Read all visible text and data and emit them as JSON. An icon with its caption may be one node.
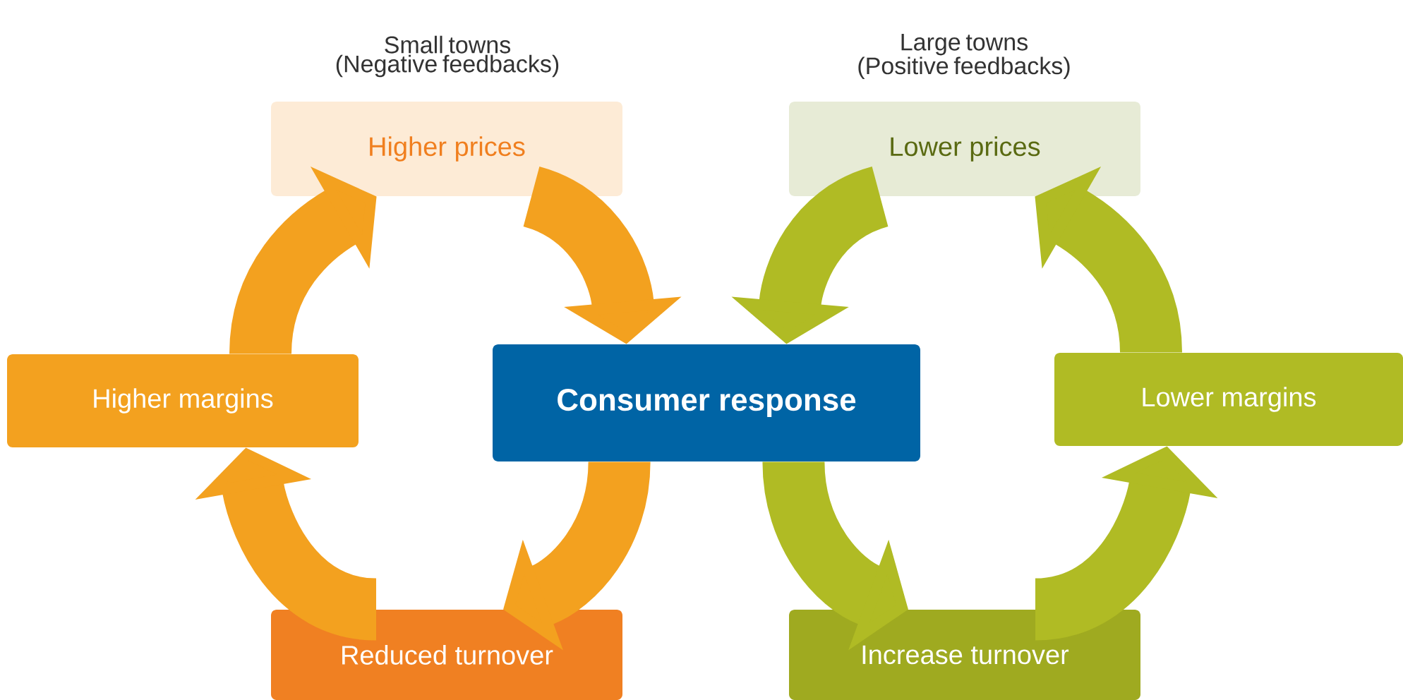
{
  "diagram": {
    "nodes": [
      {
        "text": [
          "Higher prices"
        ]
      },
      {
        "text": [
          "Lower prices"
        ]
      },
      {
        "text": [
          "Higher margins"
        ]
      },
      {
        "text": [
          "Consumer response"
        ]
      },
      {
        "text": [
          "Lower margins"
        ]
      },
      {
        "text": [
          "Reduced turnover"
        ]
      },
      {
        "text": [
          "Increase turnover"
        ]
      }
    ],
    "edges": [
      {
        "from": 0,
        "to": 3,
        "arrow": "to",
        "color": "#f3a11f"
      },
      {
        "from": 3,
        "to": 5,
        "arrow": "to",
        "color": "#f3a11f"
      },
      {
        "from": 5,
        "to": 2,
        "arrow": "to",
        "color": "#f3a11f"
      },
      {
        "from": 2,
        "to": 0,
        "arrow": "to",
        "color": "#f3a11f"
      },
      {
        "from": 1,
        "to": 3,
        "arrow": "to",
        "color": "#b0bb24"
      },
      {
        "from": 3,
        "to": 6,
        "arrow": "to",
        "color": "#b0bb24"
      },
      {
        "from": 6,
        "to": 4,
        "arrow": "to",
        "color": "#b0bb24"
      },
      {
        "from": 4,
        "to": 1,
        "arrow": "to",
        "color": "#b0bb24"
      }
    ],
    "labels": [
      "Small towns (Negative feedbacks)",
      "Large towns (Positive feedbacks)"
    ]
  }
}
